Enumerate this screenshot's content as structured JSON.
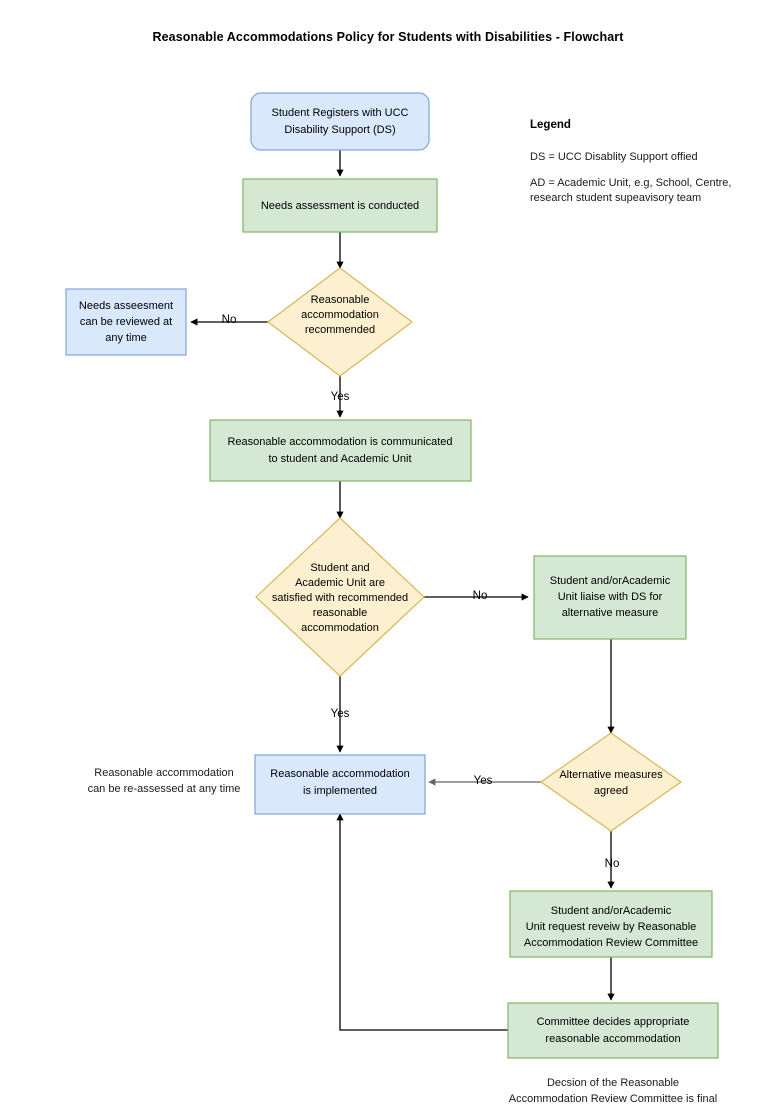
{
  "title": "Reasonable Accommodations Policy for Students with Disabilities - Flowchart",
  "colors": {
    "blue_fill": "#dae8fc",
    "blue_stroke": "#7ea6d9",
    "green_fill": "#d5e8d4",
    "green_stroke": "#82b366",
    "yellow_fill": "#fdf0d0",
    "yellow_stroke": "#d6b656",
    "edge_black": "#000000",
    "edge_grey": "#666666",
    "text": "#000000"
  },
  "legend": {
    "heading": "Legend",
    "entries": [
      "DS = UCC Disablity Support offied",
      "AD = Academic Unit, e.g, School, Centre,",
      "research student supeavisory team"
    ]
  },
  "nodes": {
    "register": {
      "shape": "rounded-rect",
      "color": "blue",
      "lines": [
        "Student Registers with UCC",
        "Disability Support (DS)"
      ]
    },
    "needs_assessment": {
      "shape": "rect",
      "color": "green",
      "lines": [
        "Needs assessment is conducted"
      ]
    },
    "decision_recommended": {
      "shape": "diamond",
      "color": "yellow",
      "lines": [
        "Reasonable",
        "accommodation",
        "recommended"
      ]
    },
    "review_anytime": {
      "shape": "rect",
      "color": "blue",
      "lines": [
        "Needs asseesment",
        "can be reviewed at",
        "any time"
      ]
    },
    "communicated": {
      "shape": "rect",
      "color": "green",
      "lines": [
        "Reasonable accommodation is communicated",
        "to student and Academic Unit"
      ]
    },
    "decision_satisfied": {
      "shape": "diamond",
      "color": "yellow",
      "lines": [
        "Student and",
        "Academic Unit are",
        "satisfied with recommended",
        "reasonable",
        "accommodation"
      ]
    },
    "liaise_ds": {
      "shape": "rect",
      "color": "green",
      "lines": [
        "Student and/orAcademic",
        "Unit liaise with DS for",
        "alternative measure"
      ]
    },
    "implemented": {
      "shape": "rect",
      "color": "blue",
      "lines": [
        "Reasonable accommodation",
        "is implemented"
      ]
    },
    "decision_alternative": {
      "shape": "diamond",
      "color": "yellow",
      "lines": [
        "Alternative measures",
        "agreed"
      ]
    },
    "request_review": {
      "shape": "rect",
      "color": "green",
      "lines": [
        "Student and/orAcademic",
        "Unit request reveiw by Reasonable",
        "Accommodation Review Committee"
      ]
    },
    "committee_decides": {
      "shape": "rect",
      "color": "green",
      "lines": [
        "Committee decides appropriate",
        "reasonable accommodation"
      ]
    }
  },
  "annotations": {
    "reassessed": [
      "Reasonable accommodation",
      "can be re-assessed at any time"
    ],
    "final": [
      "Decsion of the Reasonable",
      "Accommodation Review Committee is final"
    ]
  },
  "edge_labels": {
    "no_recommended": "No",
    "yes_recommended": "Yes",
    "no_satisfied": "No",
    "yes_satisfied": "Yes",
    "yes_alternative": "Yes",
    "no_alternative": "No"
  }
}
